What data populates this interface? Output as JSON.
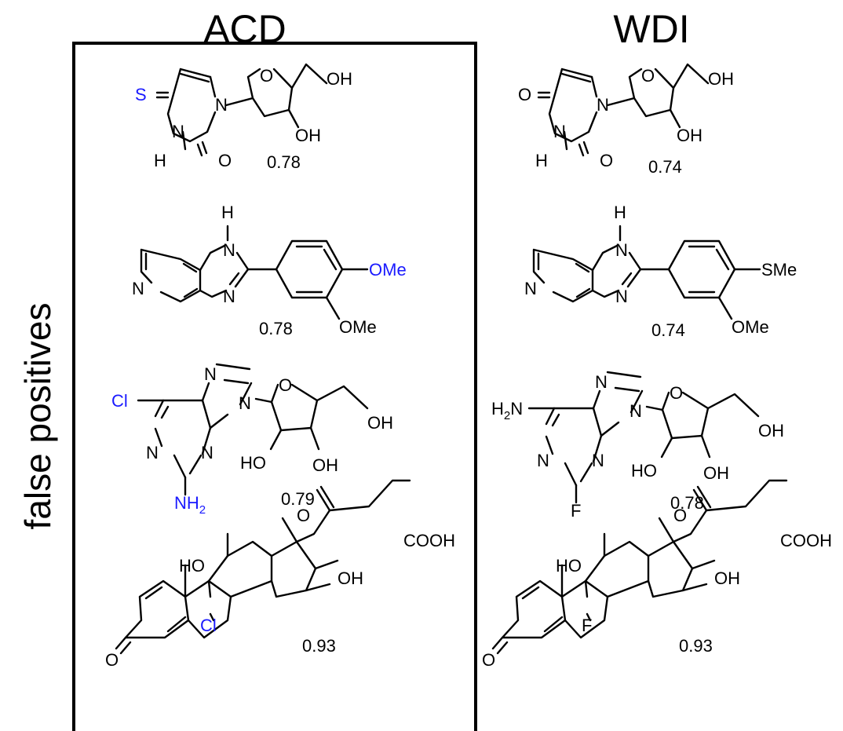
{
  "headers": {
    "left": "ACD",
    "right": "WDI"
  },
  "side_label": "false positives",
  "rows": [
    {
      "acd": {
        "score": "0.78",
        "atoms": {
          "thio": "S",
          "n1": "N",
          "n3": "N",
          "h3": "H",
          "o2": "O",
          "oring": "O",
          "oh_a": "OH",
          "oh_b": "OH"
        }
      },
      "wdi": {
        "score": "0.74",
        "atoms": {
          "oxo": "O",
          "n1": "N",
          "n3": "N",
          "h3": "H",
          "o2": "O",
          "oring": "O",
          "oh_a": "OH",
          "oh_b": "OH"
        }
      }
    },
    {
      "acd": {
        "score": "0.78",
        "atoms": {
          "nh": "N",
          "h": "H",
          "npy": "N",
          "n3": "N",
          "sub4": "OMe",
          "sub3": "OMe"
        }
      },
      "wdi": {
        "score": "0.74",
        "atoms": {
          "nh": "N",
          "h": "H",
          "npy": "N",
          "n3": "N",
          "sub4": "SMe",
          "sub3": "OMe"
        }
      }
    },
    {
      "acd": {
        "score": "0.79",
        "atoms": {
          "sub6": "Cl",
          "n7": "N",
          "n9": "N",
          "n1": "N",
          "n3": "N",
          "sub2_main": "NH",
          "sub2_sub": "2",
          "oring": "O",
          "oh5": "OH",
          "oh2": "HO",
          "oh3": "OH"
        }
      },
      "wdi": {
        "score": "0.78",
        "atoms": {
          "sub6_main": "H",
          "sub6_sub": "2",
          "sub6_tail": "N",
          "n7": "N",
          "n9": "N",
          "n1": "N",
          "n3": "N",
          "sub2": "F",
          "oring": "O",
          "oh5": "OH",
          "oh2": "HO",
          "oh3": "OH"
        }
      }
    },
    {
      "acd": {
        "score": "0.93",
        "atoms": {
          "keto": "O",
          "acid": "COOH",
          "oh11": "HO",
          "oh17": "OH",
          "x9": "Cl",
          "o3": "O"
        }
      },
      "wdi": {
        "score": "0.93",
        "atoms": {
          "keto": "O",
          "acid": "COOH",
          "oh11": "HO",
          "oh17": "OH",
          "x9": "F",
          "o3": "O"
        }
      }
    }
  ]
}
